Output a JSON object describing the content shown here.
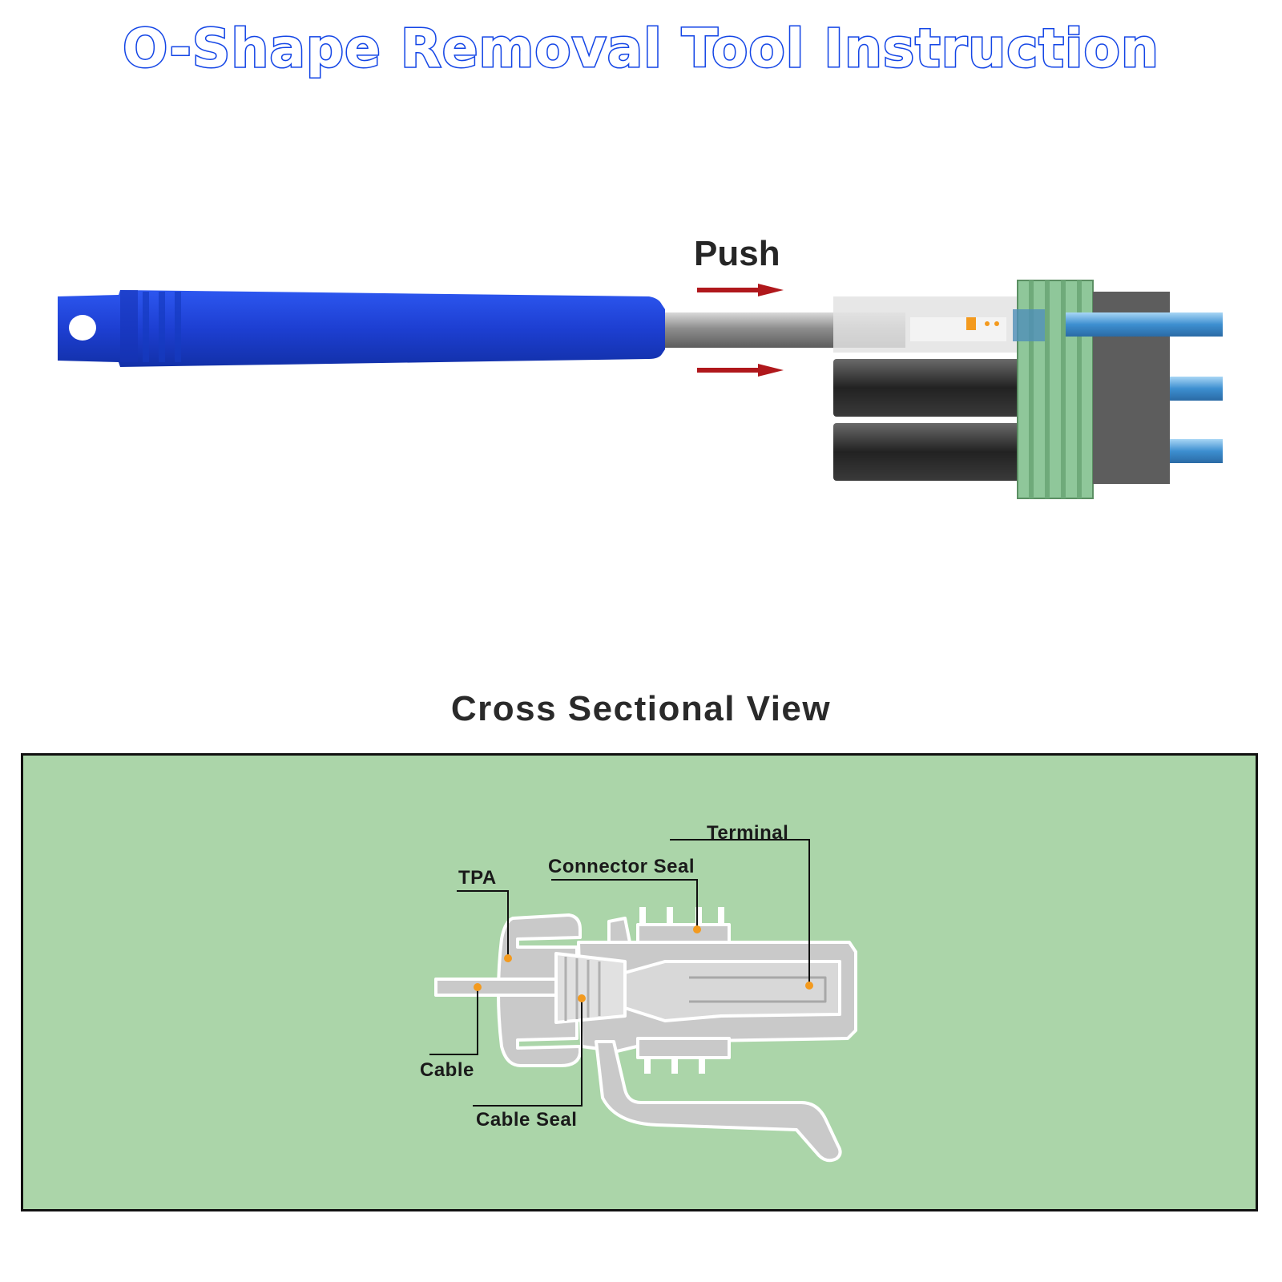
{
  "title": "O-Shape  Removal Tool Instruction",
  "push_label": "Push",
  "section_title": "Cross Sectional View",
  "callouts": {
    "terminal": "Terminal",
    "connector_seal": "Connector Seal",
    "tpa": "TPA",
    "cable": "Cable",
    "cable_seal": "Cable Seal"
  },
  "colors": {
    "title_outline": "#1446e6",
    "tool_handle": "#1f45d8",
    "arrow": "#b0181c",
    "panel_background": "#abd5a9",
    "callout_dot": "#f39a1e"
  }
}
